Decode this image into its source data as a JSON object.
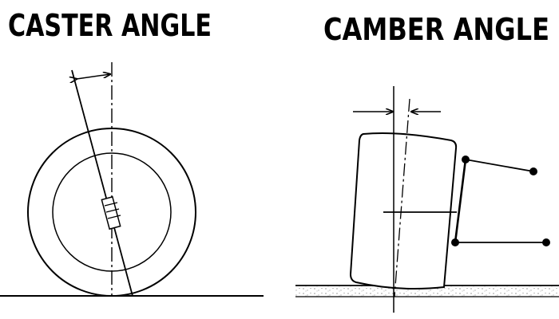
{
  "diagrams": {
    "caster": {
      "title": "CASTER ANGLE",
      "label": "caster-angle-diagram"
    },
    "camber": {
      "title": "CAMBER ANGLE",
      "label": "camber-angle-diagram"
    }
  },
  "colors": {
    "ink": "#000000",
    "paper": "#ffffff",
    "ground_dots": "#555555"
  }
}
